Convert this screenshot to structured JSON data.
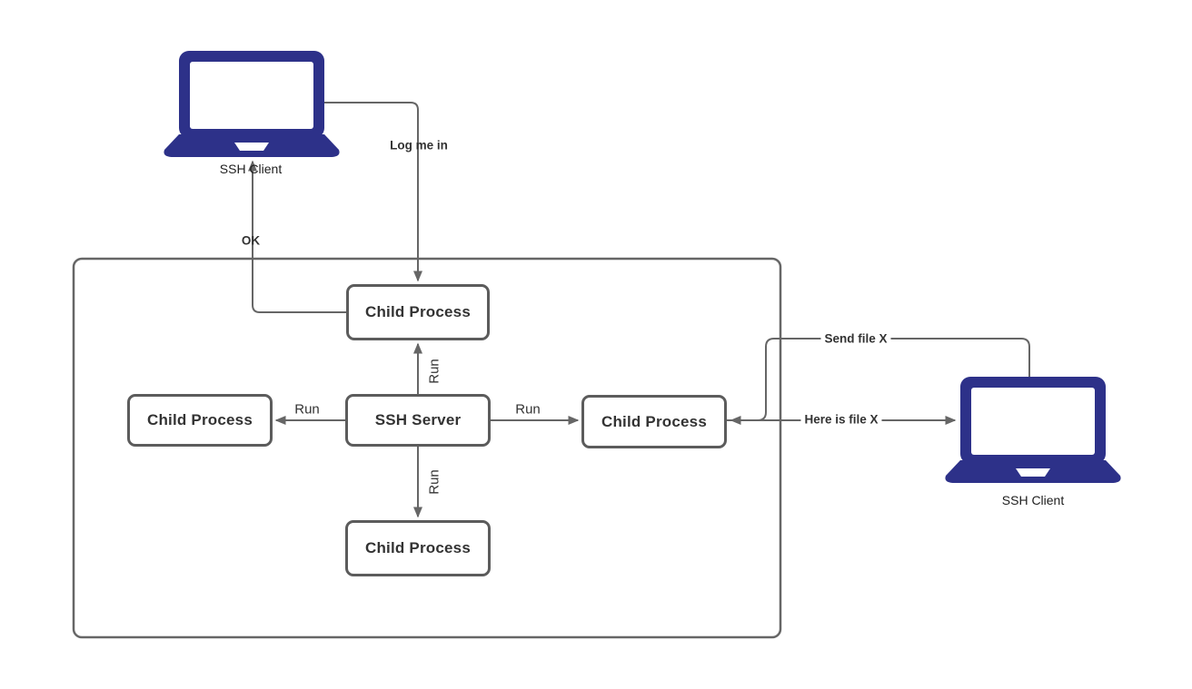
{
  "diagram": {
    "clients": {
      "left": {
        "label": "SSH Client"
      },
      "right": {
        "label": "SSH Client"
      }
    },
    "server_box": {
      "server_label": "SSH Server",
      "child_top": "Child Process",
      "child_left": "Child Process",
      "child_right": "Child Process",
      "child_bottom": "Child Process"
    },
    "edges": {
      "log_me_in": "Log me in",
      "ok": "OK",
      "run_up": "Run",
      "run_left": "Run",
      "run_right": "Run",
      "run_down": "Run",
      "send_file": "Send file X",
      "here_is_file": "Here is file X"
    },
    "colors": {
      "laptop": "#2d3189",
      "line": "#666666",
      "box_border": "#5c5c5c",
      "text": "#333333",
      "background": "#ffffff"
    }
  }
}
